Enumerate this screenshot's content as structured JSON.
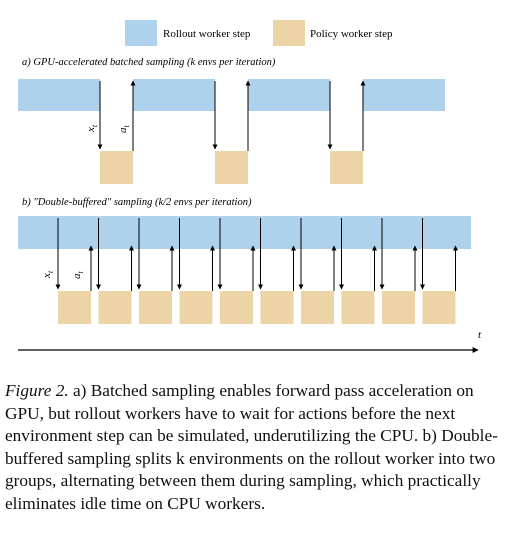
{
  "legend": {
    "rollout_label": "Rollout worker step",
    "policy_label": "Policy worker step"
  },
  "panel_a": {
    "title": "a) GPU-accelerated batched sampling (k envs per iteration)",
    "obs_symbol": "x",
    "obs_sub": "t",
    "act_symbol": "a",
    "act_sub": "t"
  },
  "panel_b": {
    "title": "b) \"Double-buffered\" sampling (k/2 envs per iteration)",
    "obs_symbol": "x",
    "obs_sub": "t",
    "act_symbol": "a",
    "act_sub": "t"
  },
  "time_axis": {
    "label": "t"
  },
  "caption": {
    "figure_label": "Figure 2.",
    "text": " a) Batched sampling enables forward pass acceleration on GPU, but rollout workers have to wait for actions before the next environment step can be simulated, underutilizing the CPU. b) Double-buffered sampling splits k environments on the rollout worker into two groups, alternating between them during sampling, which practically eliminates idle time on CPU workers."
  },
  "colors": {
    "rollout": "#aed1ec",
    "policy": "#ecd4a6",
    "line": "#000000"
  }
}
